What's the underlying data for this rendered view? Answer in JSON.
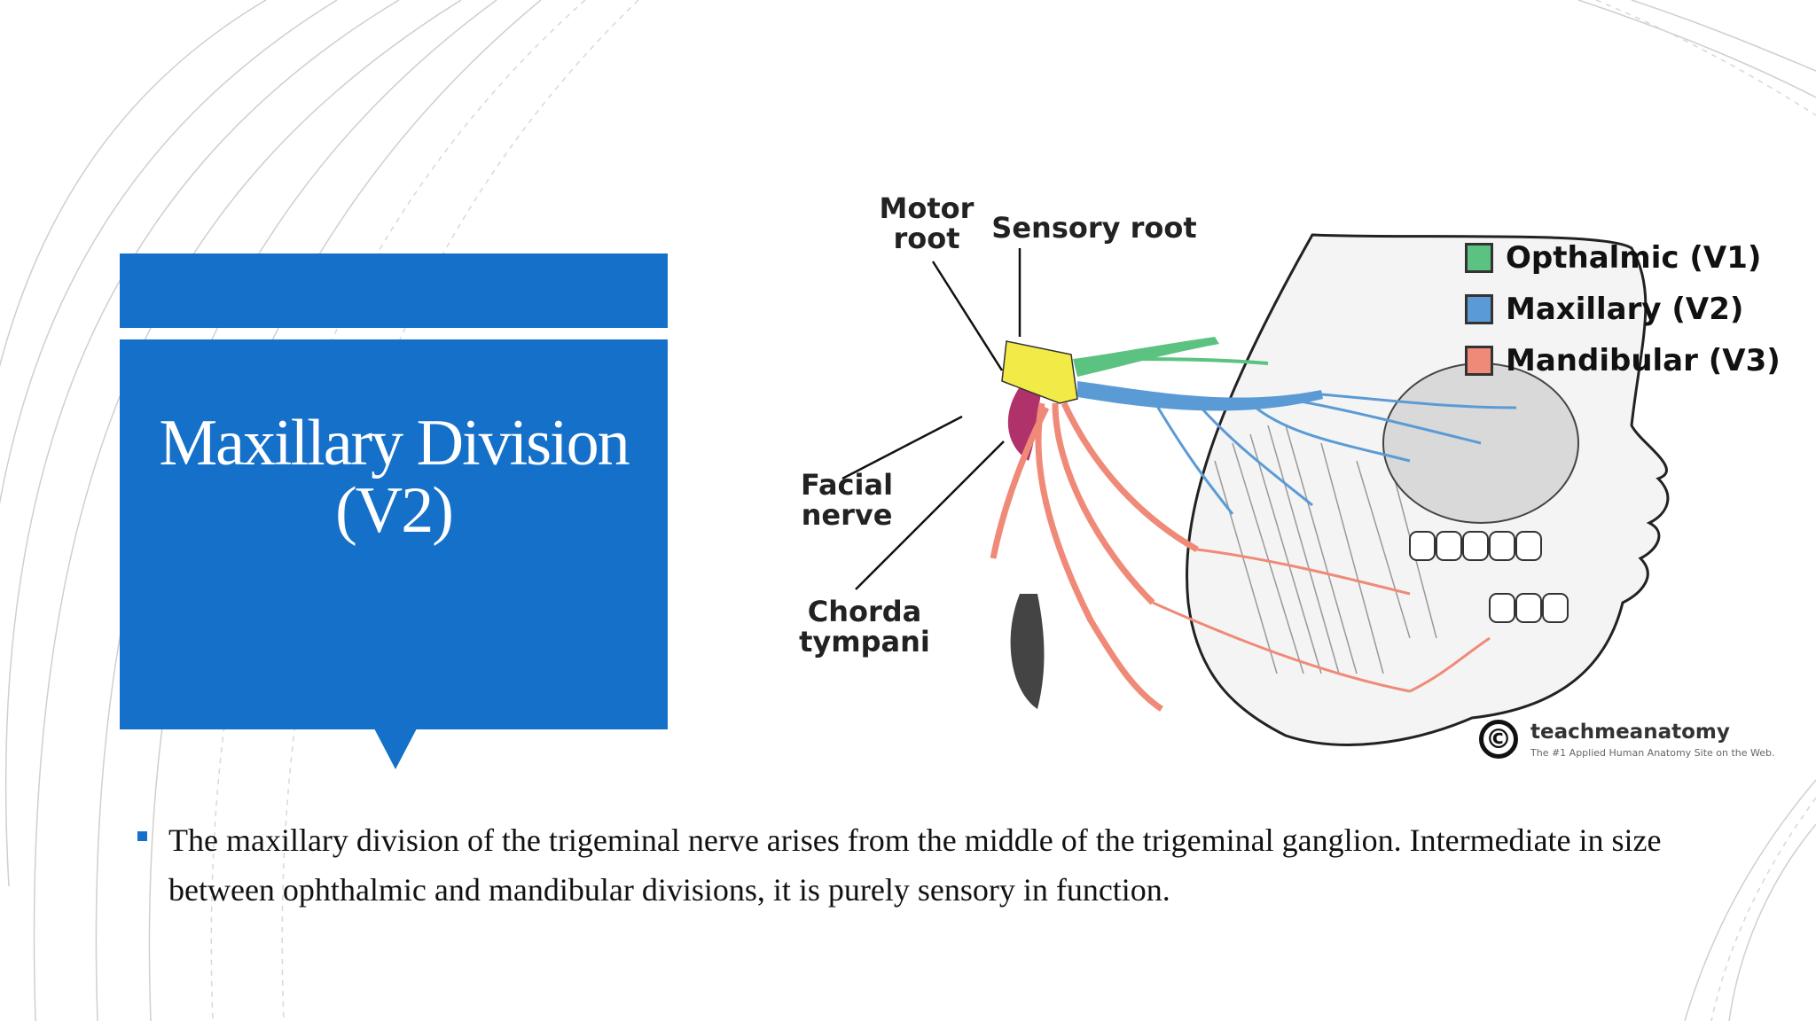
{
  "slide": {
    "title_lines": [
      "Maxillary Division",
      "(V2)"
    ],
    "accent_color": "#1570c9",
    "bullets": [
      "The maxillary division of the trigeminal nerve arises from the middle of the trigeminal ganglion. Intermediate in size between ophthalmic and mandibular divisions, it is purely sensory in function."
    ]
  },
  "figure": {
    "labels": {
      "motor_root": [
        "Motor",
        "root"
      ],
      "sensory_root": "Sensory root",
      "facial_nerve": "Facial nerve",
      "chorda_tympani": [
        "Chorda",
        "tympani"
      ]
    },
    "legend": [
      {
        "label": "Opthalmic (V1)",
        "color": "#5cc281"
      },
      {
        "label": "Maxillary (V2)",
        "color": "#5b9bd5"
      },
      {
        "label": "Mandibular (V3)",
        "color": "#f08a78"
      }
    ],
    "credit": {
      "logo_symbol": "©",
      "name": "teachmeanatomy",
      "tagline": "The #1 Applied Human Anatomy Site on the Web."
    }
  }
}
